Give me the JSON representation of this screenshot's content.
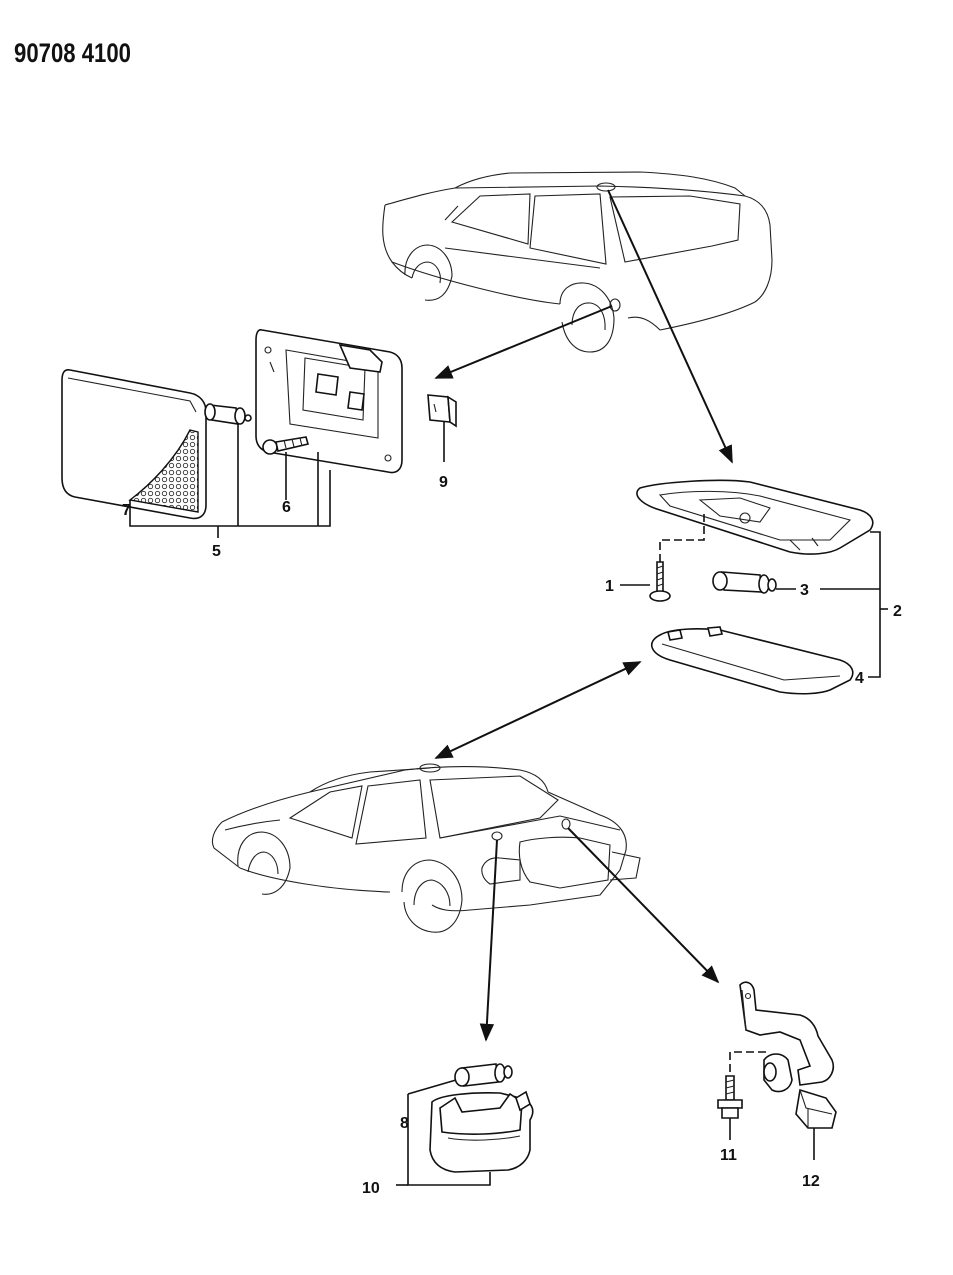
{
  "document_number": "90708 4100",
  "callouts": {
    "c1": "1",
    "c2": "2",
    "c3": "3",
    "c4": "4",
    "c5": "5",
    "c6": "6",
    "c7": "7",
    "c8": "8",
    "c9": "9",
    "c10": "10",
    "c11": "11",
    "c12": "12"
  }
}
